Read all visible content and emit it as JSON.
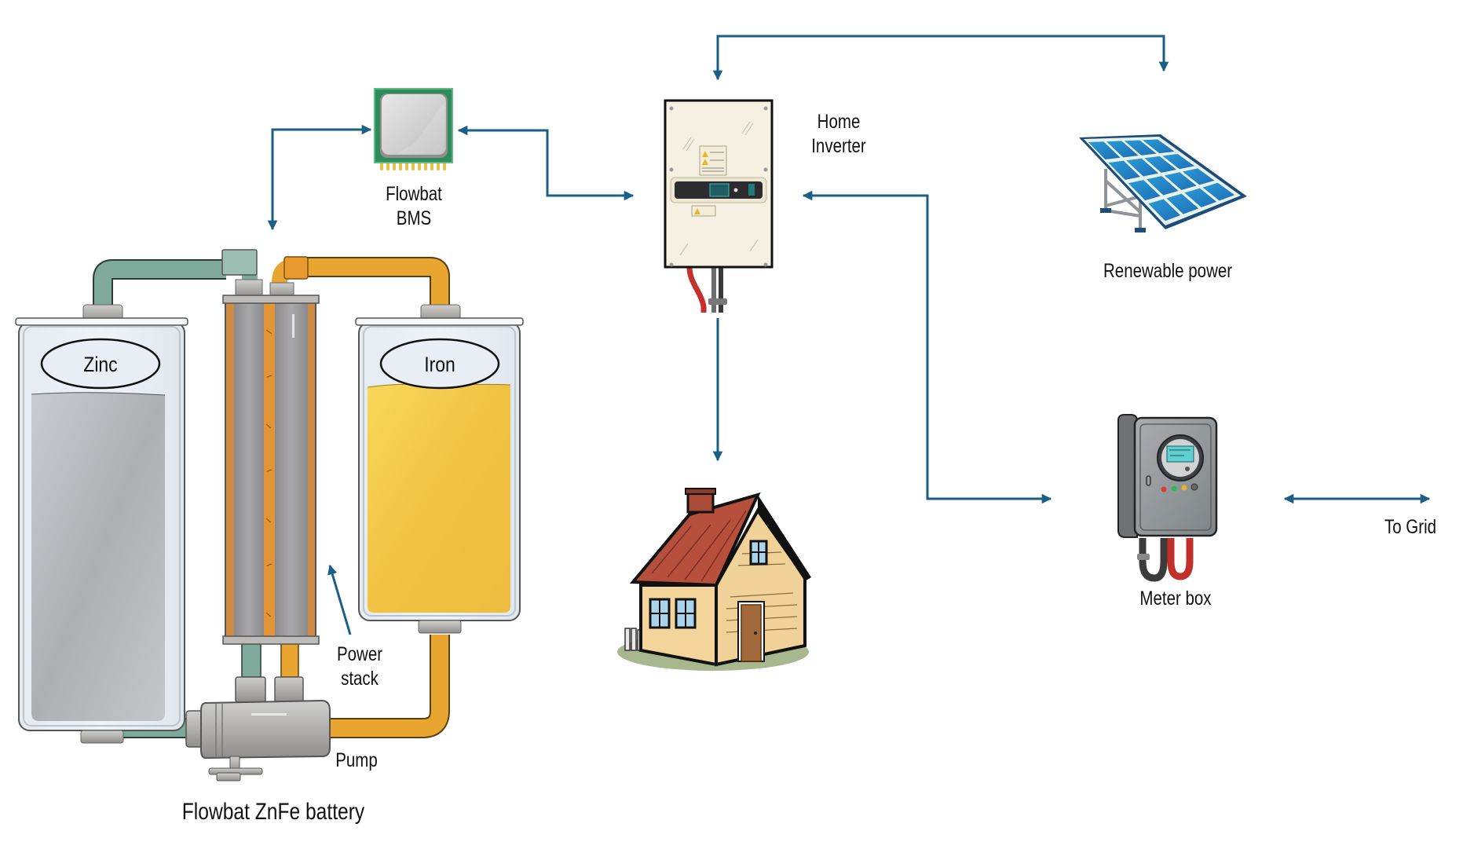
{
  "diagram": {
    "title": "Flowbat ZnFe battery",
    "arrow_color": "#1a5f85",
    "components": {
      "bms": {
        "label_line1": "Flowbat",
        "label_line2": "BMS",
        "icon": "microchip-icon"
      },
      "inverter": {
        "label_line1": "Home",
        "label_line2": "Inverter",
        "icon": "inverter-icon"
      },
      "solar": {
        "label": "Renewable power",
        "icon": "solar-panel-icon"
      },
      "house": {
        "icon": "house-icon"
      },
      "meter": {
        "label": "Meter box",
        "icon": "meter-box-icon"
      },
      "grid": {
        "label": "To Grid"
      },
      "battery": {
        "zinc_tank_label": "Zinc",
        "iron_tank_label": "Iron",
        "stack_label_line1": "Power",
        "stack_label_line2": "stack",
        "pump_label": "Pump",
        "colors": {
          "zinc_electrolyte": "#b8bcbf",
          "iron_electrolyte": "#f0c445",
          "zinc_pipe": "#7fa99a",
          "iron_pipe": "#e8a630",
          "stack_core": "#e0913a"
        }
      }
    },
    "connections": [
      {
        "from": "bms",
        "to": "battery",
        "type": "bidirectional"
      },
      {
        "from": "bms",
        "to": "inverter",
        "type": "bidirectional"
      },
      {
        "from": "inverter",
        "to": "solar",
        "type": "bidirectional"
      },
      {
        "from": "inverter",
        "to": "house",
        "type": "one-way"
      },
      {
        "from": "inverter",
        "to": "meter",
        "type": "bidirectional"
      },
      {
        "from": "meter",
        "to": "grid",
        "type": "bidirectional"
      }
    ]
  }
}
